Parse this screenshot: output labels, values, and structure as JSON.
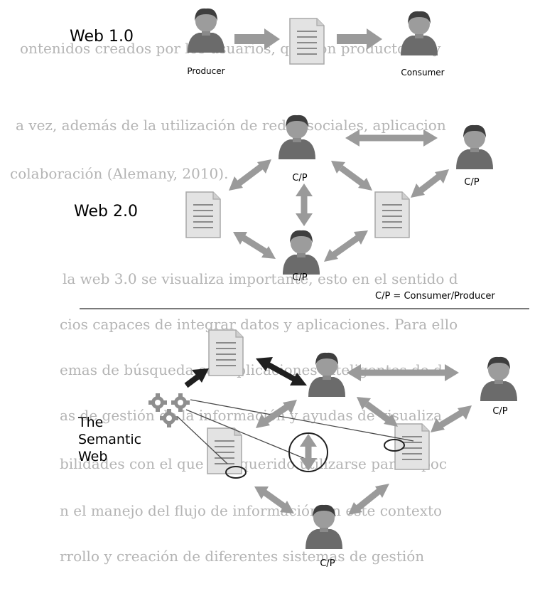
{
  "background_text": {
    "lines": [
      "ontenidos creados por los usuarios, que son productores y",
      "a vez, además de la utilización de redes sociales, aplicacion",
      "colaboración (Alemany, 2010).",
      "",
      "la web 3.0 se visualiza importante, esto en el sentido d",
      "cios capaces de integrar datos y aplicaciones. Para ello",
      "emas de búsqueda con aplicaciones inteligentes de d",
      "as de gestión de la información y ayudas de visualiza",
      "bilidades con el que han querido utilizarse para a poc",
      "n el manejo del flujo de información en este contexto",
      "rrollo y creación de diferentes sistemas de gestión"
    ]
  },
  "web1": {
    "title": "Web 1.0",
    "producer_label": "Producer",
    "consumer_label": "Consumer"
  },
  "web2": {
    "title": "Web 2.0",
    "node_label": "C/P",
    "legend": "C/P = Consumer/Producer"
  },
  "semantic": {
    "title_line1": "The",
    "title_line2": "Semantic",
    "title_line3": "Web",
    "node_label": "C/P"
  },
  "colors": {
    "arrow": "#9a9a9a",
    "arrow_dark": "#1f1f1f",
    "doc_fill": "#e3e3e3",
    "doc_lines": "#8a8a8a",
    "person_head": "#9c9c9c",
    "person_body": "#6b6b6b",
    "divider": "#7a7a7a"
  }
}
